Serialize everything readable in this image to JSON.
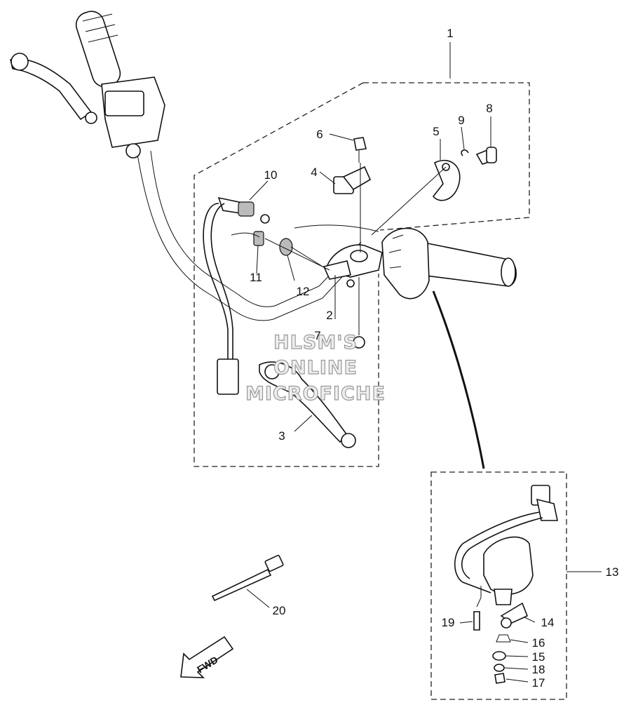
{
  "watermark": {
    "line1": "HLSM'S",
    "line2": "ONLINE",
    "line3": "MICROFICHE"
  },
  "arrow_label": "FWD",
  "callouts": {
    "c1": "1",
    "c2": "2",
    "c3": "3",
    "c4": "4",
    "c5": "5",
    "c6": "6",
    "c7": "7",
    "c8": "8",
    "c9": "9",
    "c10": "10",
    "c11": "11",
    "c12": "12",
    "c13": "13",
    "c14": "14",
    "c15": "15",
    "c16": "16",
    "c17": "17",
    "c18": "18",
    "c19": "19",
    "c20": "20"
  }
}
